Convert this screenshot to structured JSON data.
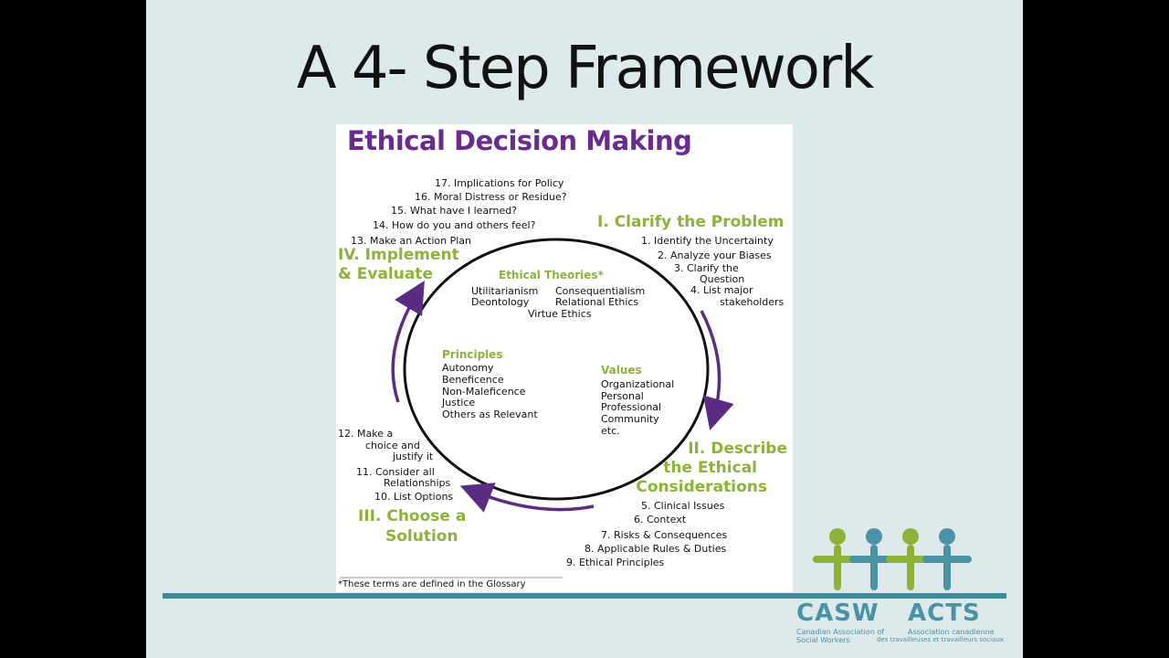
{
  "slide": {
    "title": "A 4- Step Framework"
  },
  "figure": {
    "title": "Ethical Decision Making",
    "stage1": {
      "title": "I. Clarify the Problem",
      "steps": [
        "1. Identify the Uncertainty",
        "2. Analyze your Biases",
        "3. Clarify the",
        "Question",
        "4. List major",
        "stakeholders"
      ]
    },
    "stage2": {
      "title_lines": [
        "II. Describe",
        "the Ethical",
        "Considerations"
      ],
      "steps": [
        "5. Clinical Issues",
        "6. Context",
        "7. Risks & Consequences",
        "8. Applicable Rules & Duties",
        "9. Ethical Principles"
      ]
    },
    "stage3": {
      "title_lines": [
        "III. Choose a",
        "Solution"
      ],
      "steps": [
        "12. Make a",
        "choice and",
        "justify it",
        "11. Consider all",
        "Relationships",
        "10. List Options"
      ]
    },
    "stage4": {
      "title_lines": [
        "IV. Implement",
        "& Evaluate"
      ],
      "steps": [
        "17. Implications for Policy",
        "16. Moral Distress or Residue?",
        "15. What have I learned?",
        "14. How do you and others feel?",
        "13. Make an Action Plan"
      ]
    },
    "theories": {
      "heading": "Ethical Theories*",
      "items": [
        "Utilitarianism",
        "Consequentialism",
        "Deontology",
        "Relational Ethics",
        "Virtue Ethics"
      ]
    },
    "principles": {
      "heading": "Principles",
      "items": [
        "Autonomy",
        "Beneficence",
        "Non-Maleficence",
        "Justice",
        "Others as Relevant"
      ]
    },
    "values": {
      "heading": "Values",
      "items": [
        "Organizational",
        "Personal",
        "Professional",
        "Community",
        "etc."
      ]
    },
    "footnote": "*These terms are defined in the Glossary",
    "colors": {
      "title": "#6a2c8c",
      "stage": "#8db23a",
      "arrow": "#5a2d82"
    }
  },
  "logo": {
    "left_word": "CASW",
    "right_word": "ACTS",
    "left_sub": [
      "Canadian Association of",
      "Social Workers"
    ],
    "right_sub": [
      "Association canadienne",
      "des travailleuses et travailleurs sociaux"
    ],
    "colors": {
      "teal": "#4a93a6",
      "green": "#8db23a"
    }
  }
}
